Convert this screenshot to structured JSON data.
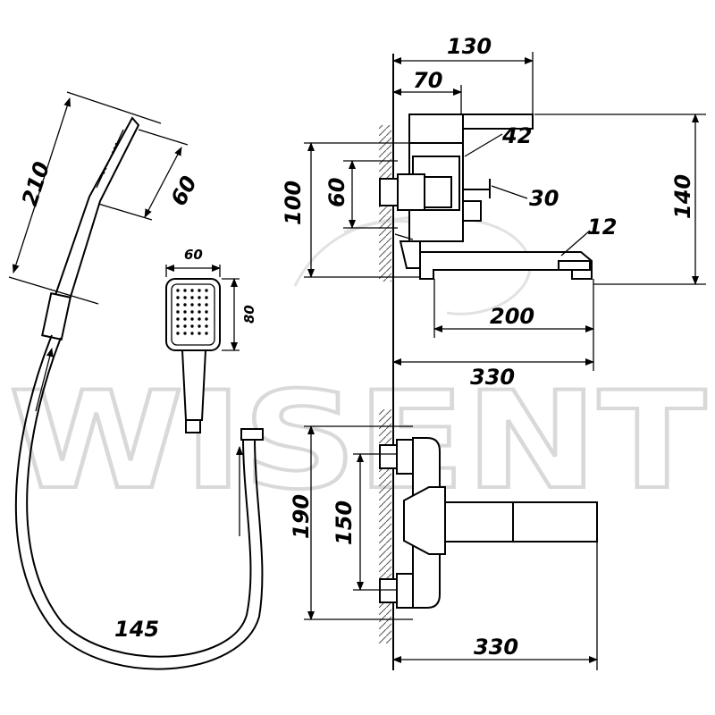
{
  "watermark": {
    "text": "WISENT"
  },
  "dimensions": {
    "top_width": "130",
    "top_offset": "70",
    "handle_width": "42",
    "lever_offset": "30",
    "outlet_diameter": "12",
    "body_height": "100",
    "mount_height": "60",
    "total_height": "140",
    "spout_length": "200",
    "total_length_side": "330",
    "handset_length": "210",
    "handset_head_width": "60",
    "handset_face_width": "60",
    "handset_face_height": "80",
    "hose_length": "145",
    "front_height": "190",
    "front_mount_spacing": "150",
    "total_length_front": "330"
  },
  "colors": {
    "line": "#000000",
    "watermark": "#d9d9d9",
    "hatch": "#555555"
  }
}
